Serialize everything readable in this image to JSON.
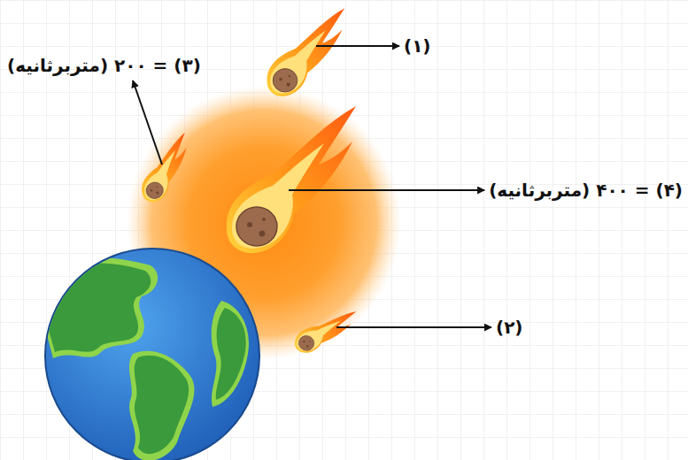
{
  "diagram": {
    "labels": [
      "(۱)",
      "(۳) = ۲۰۰ (متربرثانیه)",
      "(۴) = ۴۰۰ (متربرثانیه)",
      "(۲)"
    ]
  }
}
